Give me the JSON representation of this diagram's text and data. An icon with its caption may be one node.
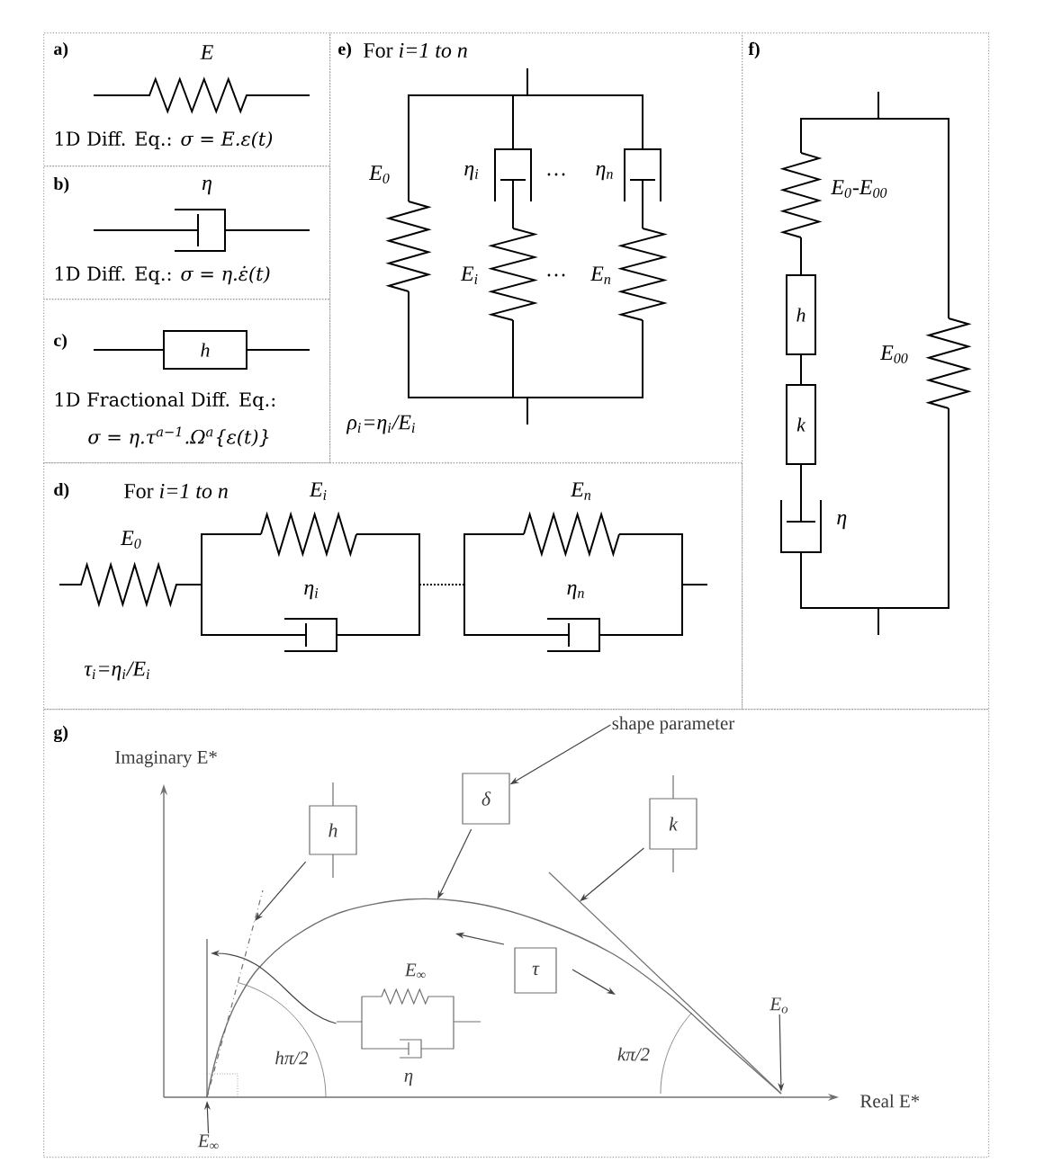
{
  "diagram": {
    "nodes": [
      {
        "text": [
          "a)",
          "E",
          "1D Diff. Eq.: *σ = E.ε(t)*"
        ]
      },
      {
        "text": [
          "b)",
          "η",
          "1D Diff. Eq.: *σ = η.ε̇(t)*"
        ]
      },
      {
        "text": [
          "c)",
          "h",
          "1D Fractional Diff. Eq.:",
          "σ = η.τ$^{a−1}$.Ω$^{a}${ε(t)}"
        ]
      },
      {
        "text": [
          "e)",
          "For *i=1 to n*",
          "E$_{0}$",
          "η$_{i}$",
          "…",
          "η$_{n}$",
          "E$_{i}$",
          "…",
          "E$_{n}$",
          "ρ$_{i}$=η$_{i}$/E$_{i}$"
        ]
      },
      {
        "text": [
          "f)",
          "E$_{0}$-E$_{00}$",
          "h",
          "E$_{00}$",
          "k",
          "η"
        ]
      },
      {
        "text": [
          "d)",
          "For *i=1 to n*",
          "E$_{i}$",
          "E$_{n}$",
          "E$_{0}$",
          "η$_{i}$",
          "η$_{n}$",
          "τ$_{i}$=η$_{i}$/E$_{i}$"
        ]
      },
      {
        "text": [
          "g)",
          "Imaginary E*",
          "Real E*"
        ]
      },
      {
        "text": [
          "shape parameter"
        ],
        "in": 6
      },
      {
        "text": [
          "hπ/2",
          "kπ/2"
        ],
        "in": 6
      },
      {
        "text": [
          "δ"
        ],
        "in": 8
      },
      {
        "text": [
          "h"
        ],
        "in": 8
      },
      {
        "text": [
          "k"
        ],
        "in": 8
      },
      {
        "text": [
          "τ"
        ],
        "in": 8
      },
      {
        "text": [
          "E$_{∞}$",
          "η"
        ],
        "in": 8
      },
      {
        "text": [
          "E$_{o}$"
        ],
        "in": 8
      },
      {
        "text": [
          "E$_{∞}$"
        ],
        "in": 6
      }
    ],
    "edges": [
      {
        "from": 7,
        "to": 9,
        "arrow": "to"
      },
      {
        "from": 9,
        "to": 8,
        "arrow": "to"
      },
      {
        "from": 10,
        "to": 8,
        "arrow": "to"
      },
      {
        "from": 11,
        "to": 8,
        "arrow": "to"
      },
      {
        "from": 13,
        "to": 8,
        "arrow": "to"
      },
      {
        "from": 14,
        "to": 8,
        "arrow": "to"
      },
      {
        "from": 15,
        "to": 8,
        "arrow": "to"
      }
    ]
  }
}
